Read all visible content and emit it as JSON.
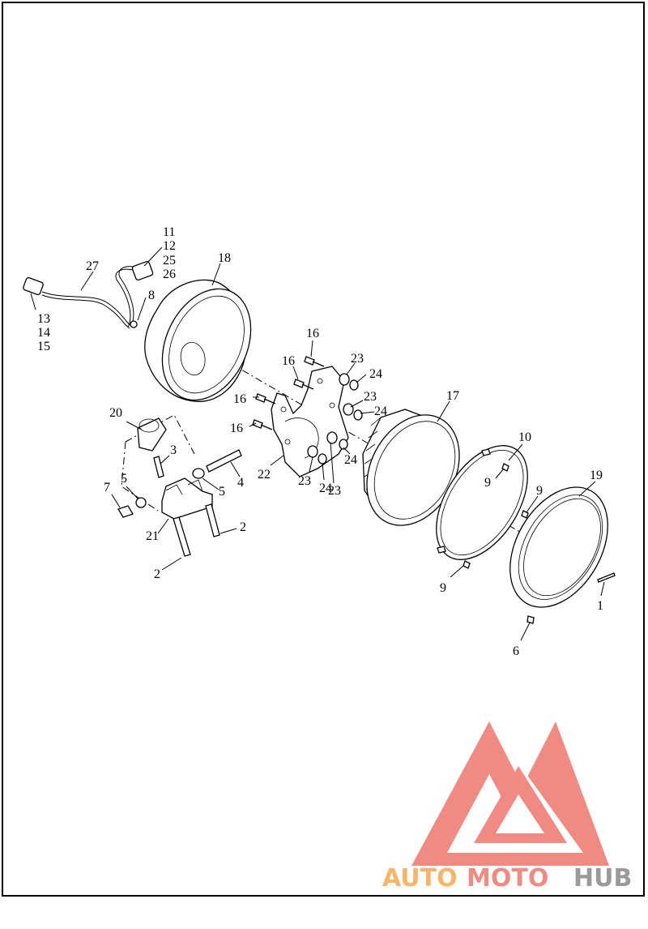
{
  "diagram": {
    "labels": {
      "p1": "1",
      "p2a": "2",
      "p2b": "2",
      "p3": "3",
      "p4": "4",
      "p5a": "5",
      "p5b": "5",
      "p6": "6",
      "p7": "7",
      "p8": "8",
      "p9a": "9",
      "p9b": "9",
      "p9c": "9",
      "p10": "10",
      "p11": "11",
      "p12": "12",
      "p25": "25",
      "p26": "26",
      "p13": "13",
      "p14": "14",
      "p15": "15",
      "p16a": "16",
      "p16b": "16",
      "p16c": "16",
      "p16d": "16",
      "p17": "17",
      "p18": "18",
      "p19": "19",
      "p20": "20",
      "p21": "21",
      "p22": "22",
      "p23a": "23",
      "p23b": "23",
      "p23c": "23",
      "p23d": "23",
      "p24a": "24",
      "p24b": "24",
      "p24c": "24",
      "p24d": "24",
      "p27": "27"
    }
  },
  "watermark": {
    "word_auto": "AUTO",
    "word_moto": "MOTO",
    "word_hub": "HUB",
    "colors": {
      "logo_red": "#f08b83",
      "auto_orange": "#f7b56b",
      "hub_gray": "#9a9a9a"
    }
  }
}
